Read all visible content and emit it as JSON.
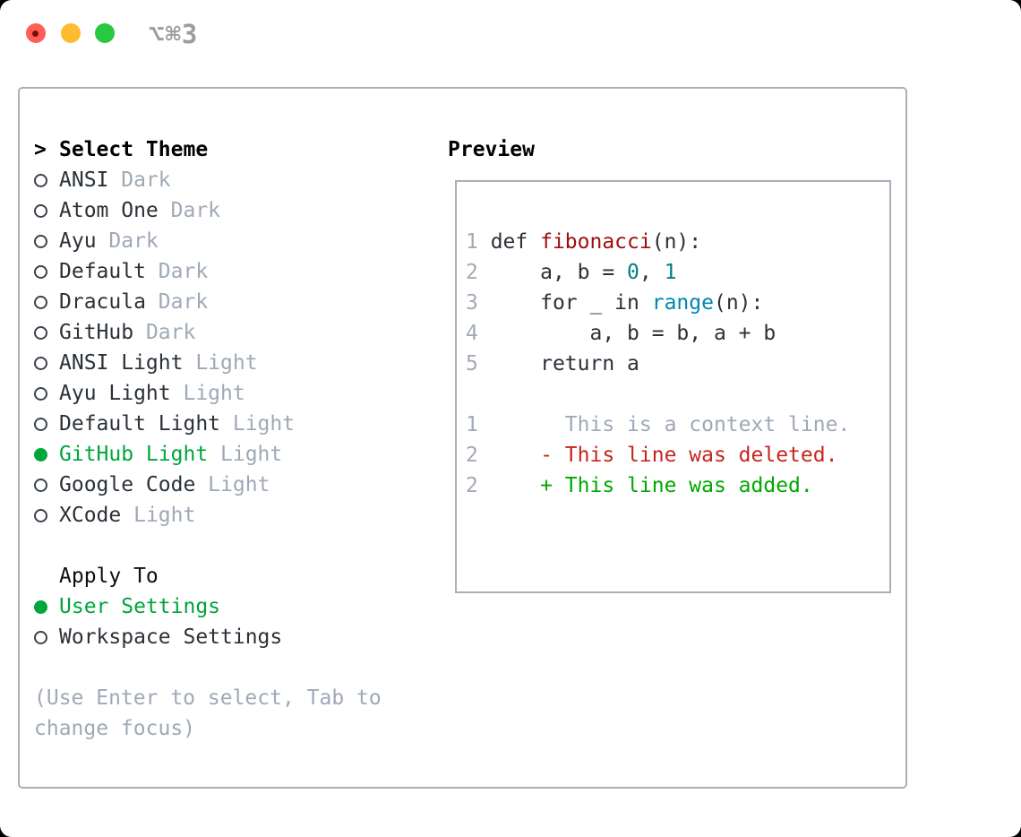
{
  "window": {
    "title": "⌥⌘3",
    "traffic_lights": {
      "red": "#ff5f57",
      "red_edited_dot": "#7d0c0c",
      "yellow": "#febc2e",
      "green": "#28c840"
    }
  },
  "colors": {
    "border": "#a8afb9",
    "fg": "#2b3138",
    "muted": "#9fa9b6",
    "lineno": "#a2aab6",
    "green": "#00a53c",
    "func": "#9e0e0e",
    "num": "#008080",
    "builtin": "#0086b3",
    "del": "#c7251d",
    "add": "#00a800"
  },
  "theme_panel": {
    "header_marker": ">",
    "header_label": "Select Theme",
    "themes": [
      {
        "name": "ANSI",
        "tag": "Dark",
        "selected": false
      },
      {
        "name": "Atom One",
        "tag": "Dark",
        "selected": false
      },
      {
        "name": "Ayu",
        "tag": "Dark",
        "selected": false
      },
      {
        "name": "Default",
        "tag": "Dark",
        "selected": false
      },
      {
        "name": "Dracula",
        "tag": "Dark",
        "selected": false
      },
      {
        "name": "GitHub",
        "tag": "Dark",
        "selected": false
      },
      {
        "name": "ANSI Light",
        "tag": "Light",
        "selected": false
      },
      {
        "name": "Ayu Light",
        "tag": "Light",
        "selected": false
      },
      {
        "name": "Default Light",
        "tag": "Light",
        "selected": false
      },
      {
        "name": "GitHub Light",
        "tag": "Light",
        "selected": true
      },
      {
        "name": "Google Code",
        "tag": "Light",
        "selected": false
      },
      {
        "name": "XCode",
        "tag": "Light",
        "selected": false
      }
    ],
    "apply_to_label": "Apply To",
    "apply_to_options": [
      {
        "name": "User Settings",
        "selected": true
      },
      {
        "name": "Workspace Settings",
        "selected": false
      }
    ],
    "hint_line1": "(Use Enter to select, Tab to",
    "hint_line2": "change focus)"
  },
  "preview": {
    "label": "Preview",
    "lines": [
      {
        "num": "1",
        "tokens": [
          {
            "t": "def ",
            "c": "fg"
          },
          {
            "t": "fibonacci",
            "c": "func"
          },
          {
            "t": "(n):",
            "c": "fg"
          }
        ]
      },
      {
        "num": "2",
        "tokens": [
          {
            "t": "    a, b = ",
            "c": "fg"
          },
          {
            "t": "0",
            "c": "num"
          },
          {
            "t": ", ",
            "c": "fg"
          },
          {
            "t": "1",
            "c": "num"
          }
        ]
      },
      {
        "num": "3",
        "tokens": [
          {
            "t": "    for _ in ",
            "c": "fg"
          },
          {
            "t": "range",
            "c": "builtin"
          },
          {
            "t": "(n):",
            "c": "fg"
          }
        ]
      },
      {
        "num": "4",
        "tokens": [
          {
            "t": "        a, b = b, a + b",
            "c": "fg"
          }
        ]
      },
      {
        "num": "5",
        "tokens": [
          {
            "t": "    return a",
            "c": "fg"
          }
        ]
      },
      {
        "num": "",
        "tokens": []
      },
      {
        "num": "1",
        "tokens": [
          {
            "t": "      This is a context line.",
            "c": "muted"
          }
        ]
      },
      {
        "num": "2",
        "tokens": [
          {
            "t": "    - This line was deleted.",
            "c": "del"
          }
        ]
      },
      {
        "num": "2",
        "tokens": [
          {
            "t": "    + This line was added.",
            "c": "add"
          }
        ]
      }
    ]
  }
}
